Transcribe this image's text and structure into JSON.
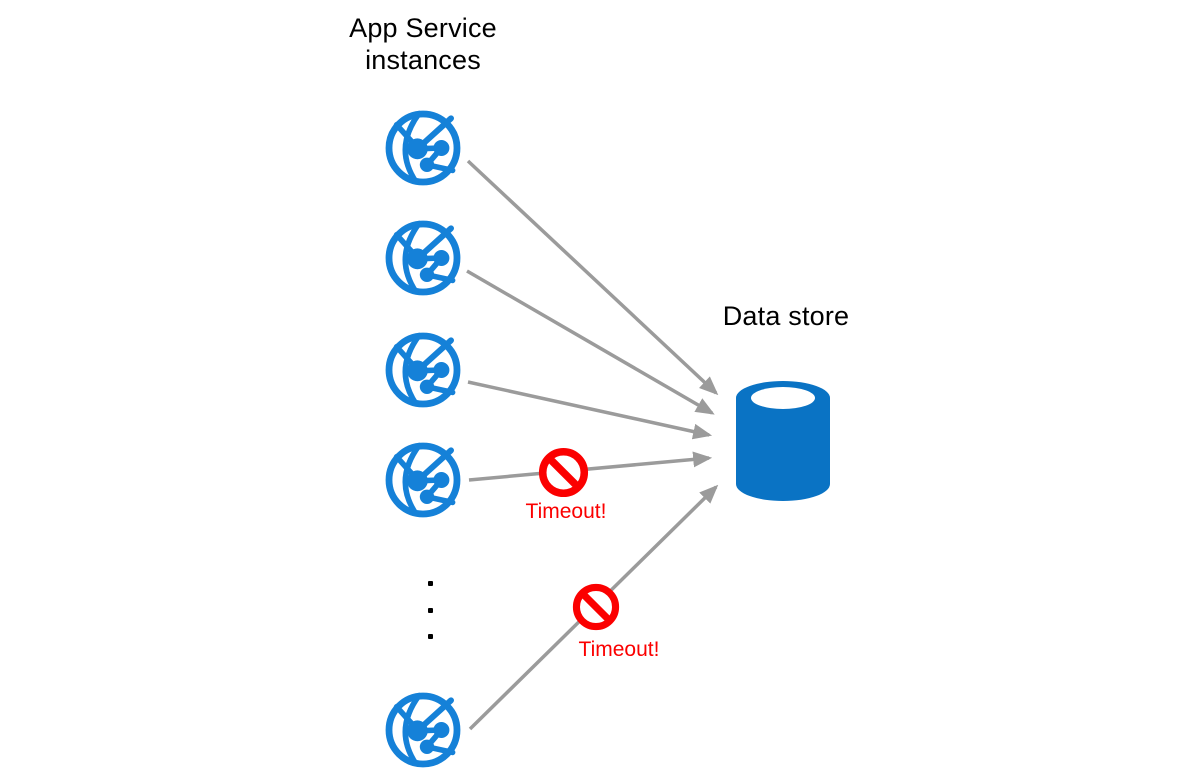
{
  "app_service": {
    "title": "App Service instances",
    "instance_count": 5,
    "icon": "app-service-globe-icon"
  },
  "ellipsis": {
    "dot_count": 3
  },
  "data_store": {
    "label": "Data store",
    "icon": "database-cylinder-icon"
  },
  "timeouts": [
    {
      "label": "Timeout!",
      "icon": "no-entry-icon"
    },
    {
      "label": "Timeout!",
      "icon": "no-entry-icon"
    }
  ],
  "connections": {
    "count": 5,
    "style": "arrow"
  },
  "colors": {
    "app-blue": "#1581d8",
    "db-blue": "#0a73c4",
    "arrow-gray": "#9b9b9b",
    "alert-red": "#fb0000",
    "text-black": "#000000",
    "background": "#ffffff"
  }
}
